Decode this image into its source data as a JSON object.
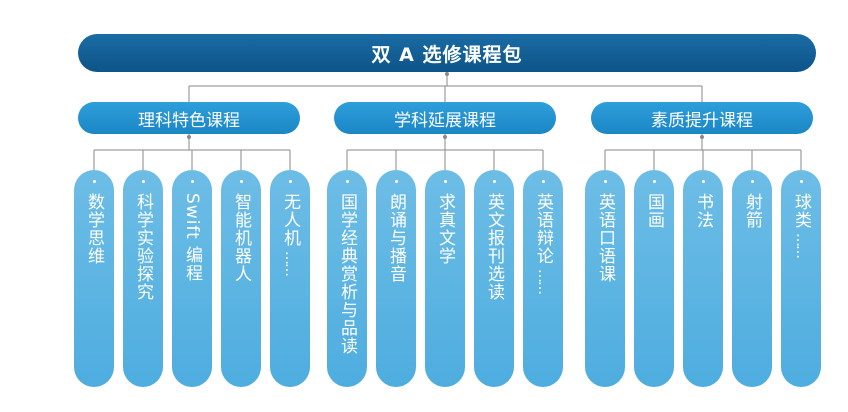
{
  "root": {
    "title": "双 A 选修课程包"
  },
  "categories": [
    {
      "title": "理科特色课程",
      "items": [
        {
          "label": "数学思维",
          "more": ""
        },
        {
          "label": "科学实验探究",
          "more": ""
        },
        {
          "label": "Swift 编程",
          "more": ""
        },
        {
          "label": "智能机器人",
          "more": ""
        },
        {
          "label": "无人机",
          "more": "……"
        }
      ]
    },
    {
      "title": "学科延展课程",
      "items": [
        {
          "label": "国学经典赏析与品读",
          "more": ""
        },
        {
          "label": "朗诵与播音",
          "more": ""
        },
        {
          "label": "求真文学",
          "more": ""
        },
        {
          "label": "英文报刊选读",
          "more": ""
        },
        {
          "label": "英语辩论",
          "more": "……"
        }
      ]
    },
    {
      "title": "素质提升课程",
      "items": [
        {
          "label": "英语口语课",
          "more": ""
        },
        {
          "label": "国画",
          "more": ""
        },
        {
          "label": "书法",
          "more": ""
        },
        {
          "label": "射箭",
          "more": ""
        },
        {
          "label": "球类",
          "more": "……"
        }
      ]
    }
  ],
  "colors": {
    "root_fill": "#0d5489",
    "category_fill": "#1b86c5",
    "leaf_fill": "#4eaddf",
    "connector": "#8a8a8a"
  }
}
